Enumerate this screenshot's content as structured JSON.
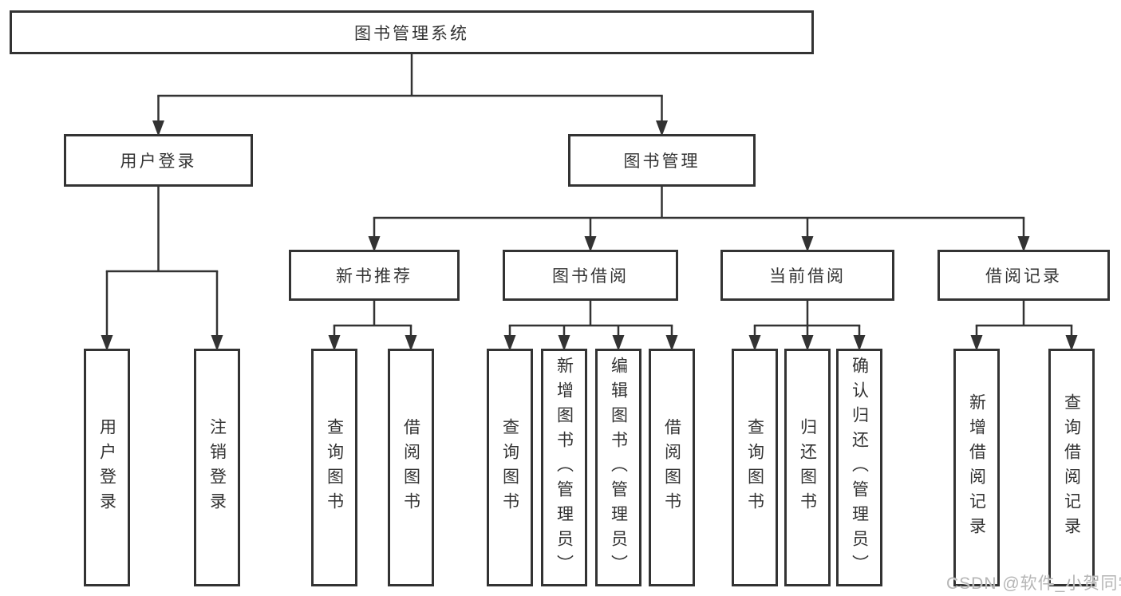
{
  "diagram": {
    "title": "图书管理系统",
    "type": "hierarchy-diagram",
    "colors": {
      "line": "#333333",
      "text": "#333333",
      "box_fill": "#ffffff",
      "watermark": "#b5b5b5",
      "background": "#ffffff"
    },
    "nodes": {
      "root": {
        "label": "图书管理系统"
      },
      "user_login": {
        "label": "用户登录"
      },
      "book_mgmt": {
        "label": "图书管理"
      },
      "login": {
        "label": "用户登录"
      },
      "logout": {
        "label": "注销登录"
      },
      "new_rec": {
        "label": "新书推荐"
      },
      "borrow": {
        "label": "图书借阅"
      },
      "current": {
        "label": "当前借阅"
      },
      "records": {
        "label": "借阅记录"
      },
      "rec_query": {
        "label": "查询图书"
      },
      "rec_borrow": {
        "label": "借阅图书"
      },
      "bor_query": {
        "label": "查询图书"
      },
      "bor_add": {
        "label": "新增图书（管理员）"
      },
      "bor_edit": {
        "label": "编辑图书（管理员）"
      },
      "bor_borrow": {
        "label": "借阅图书"
      },
      "cur_query": {
        "label": "查询图书"
      },
      "cur_return": {
        "label": "归还图书"
      },
      "cur_confirm": {
        "label": "确认归还（管理员）"
      },
      "rcd_add": {
        "label": "新增借阅记录"
      },
      "rcd_query": {
        "label": "查询借阅记录"
      }
    },
    "edges": [
      {
        "parent": "root",
        "children": [
          "user_login",
          "book_mgmt"
        ]
      },
      {
        "parent": "user_login",
        "children": [
          "login",
          "logout"
        ]
      },
      {
        "parent": "book_mgmt",
        "children": [
          "new_rec",
          "borrow",
          "current",
          "records"
        ]
      },
      {
        "parent": "new_rec",
        "children": [
          "rec_query",
          "rec_borrow"
        ]
      },
      {
        "parent": "borrow",
        "children": [
          "bor_query",
          "bor_add",
          "bor_edit",
          "bor_borrow"
        ]
      },
      {
        "parent": "current",
        "children": [
          "cur_query",
          "cur_return",
          "cur_confirm"
        ]
      },
      {
        "parent": "records",
        "children": [
          "rcd_add",
          "rcd_query"
        ]
      }
    ],
    "watermark": "CSDN @软件_小贺同学"
  }
}
